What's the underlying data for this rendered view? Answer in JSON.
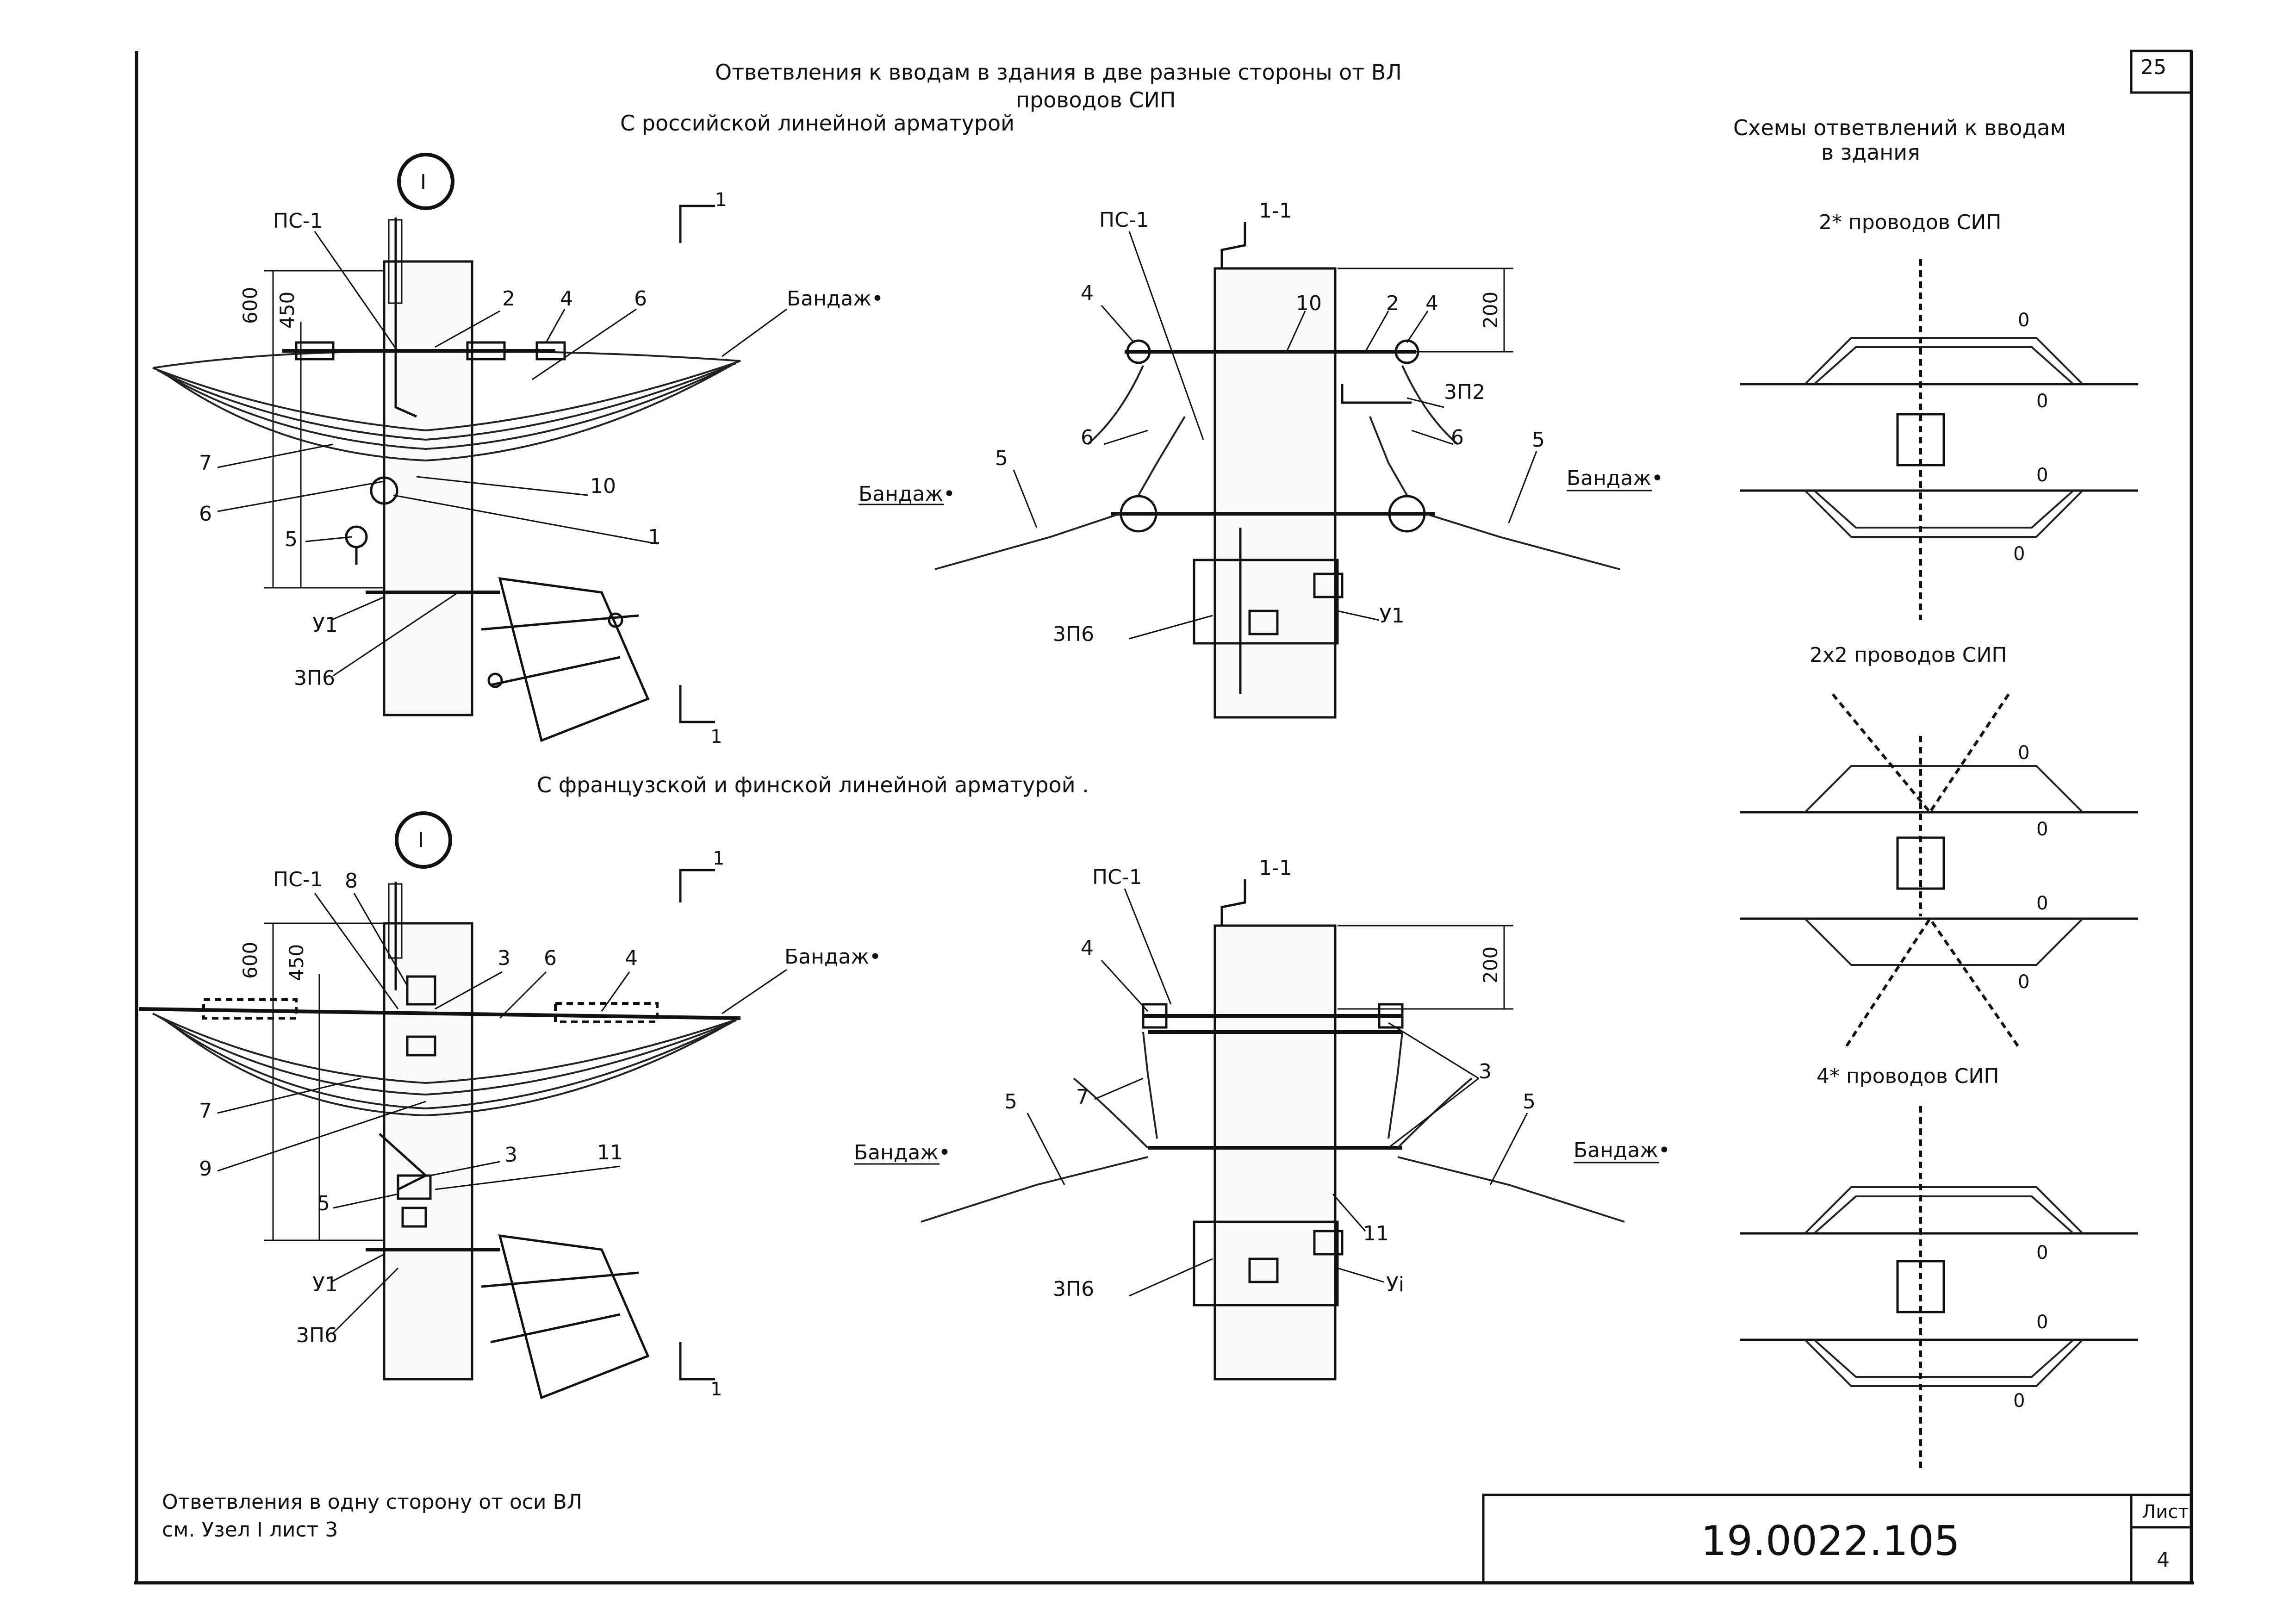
{
  "titles": {
    "main_line1": "Ответвления к вводам в здания в две разные стороны от ВЛ",
    "main_line2": "проводов СИП",
    "russian_fittings": "С российской линейной арматурой",
    "french_finnish_fittings": "С французской и финской линейной арматурой .",
    "schemes_line1": "Схемы ответвлений к вводам",
    "schemes_line2": "в здания"
  },
  "scheme_labels": {
    "s1": "2* проводов СИП",
    "s2": "2x2 проводов СИП",
    "s3": "4* проводов СИП"
  },
  "labels": {
    "node": "I",
    "ps1": "ПС-1",
    "bandage": "Бандаж•",
    "u1": "У1",
    "u1_alt": "Уi",
    "zp6": "3П6",
    "zp2": "3П2",
    "section": "1-1",
    "cut": "1",
    "scheme_mark": "0"
  },
  "callouts": {
    "n1": "1",
    "n2": "2",
    "n3": "3",
    "n4": "4",
    "n5": "5",
    "n6": "6",
    "n7": "7",
    "n8": "8",
    "n9": "9",
    "n10": "10",
    "n11": "11"
  },
  "dimensions": {
    "d600": "600",
    "d450": "450",
    "d200": "200"
  },
  "footnote": {
    "line1": "Ответвления в одну сторону от оси ВЛ",
    "line2": "см. Узел I лист 3"
  },
  "title_block": {
    "doc_number": "19.0022.105",
    "sheet_label": "Лист",
    "sheet_number": "4",
    "corner_sheet": "25"
  }
}
